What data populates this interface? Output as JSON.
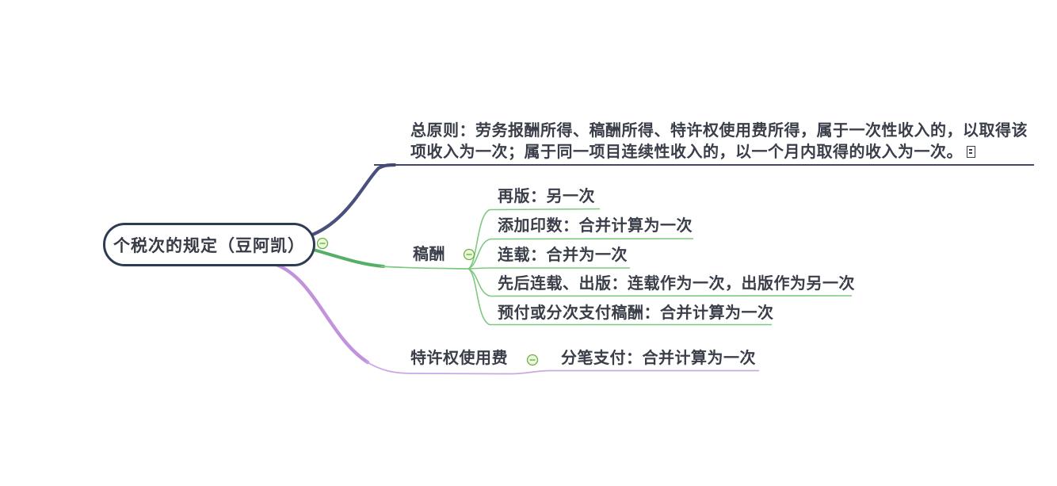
{
  "colors": {
    "text": "#3a3e49",
    "root_border": "#2d3c52",
    "general_branch": "#4b4f7d",
    "general_underline": "#43476a",
    "gaochou_branch": "#54b066",
    "gaochou_child_lines": "#7fc87f",
    "tequan_branch": "#c193dd",
    "tequan_underline": "#cda7e5",
    "collapse_fill": "#edf8db",
    "collapse_stroke": "#69b24a"
  },
  "root": {
    "label": "个税次的规定（豆阿凯）"
  },
  "icons": {
    "collapse": "⊖"
  },
  "branches": {
    "general": {
      "lines": [
        "总原则：劳务报酬所得、稿酬所得、特许权使用费所得，属于一次性收入的，以取得该",
        "项收入为一次；属于同一项目连续性收入的，以一个月内取得的收入为一次。"
      ]
    },
    "gaochou": {
      "label": "稿酬",
      "children": [
        {
          "text": "再版：另一次"
        },
        {
          "text": "添加印数：合并计算为一次"
        },
        {
          "text": "连载：合并为一次"
        },
        {
          "text": "先后连载、出版：连载作为一次，出版作为另一次"
        },
        {
          "text": "预付或分次支付稿酬：合并计算为一次"
        }
      ]
    },
    "tequan": {
      "label": "特许权使用费",
      "children": [
        {
          "text": "分笔支付：合并计算为一次"
        }
      ]
    }
  }
}
